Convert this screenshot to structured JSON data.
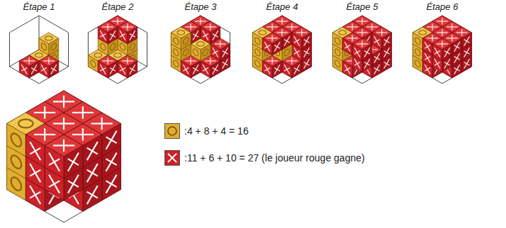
{
  "diagram": {
    "labels": [
      "Étape 1",
      "Étape 2",
      "Étape 3",
      "Étape 4",
      "Étape 5",
      "Étape 6"
    ],
    "legend": [
      {
        "text": ":4 + 8 + 4 = 16",
        "color": "#e2ad2e"
      },
      {
        "text": ":11 + 6 + 10 = 27 (le joueur rouge gagne)",
        "color": "#cc2229"
      }
    ]
  }
}
